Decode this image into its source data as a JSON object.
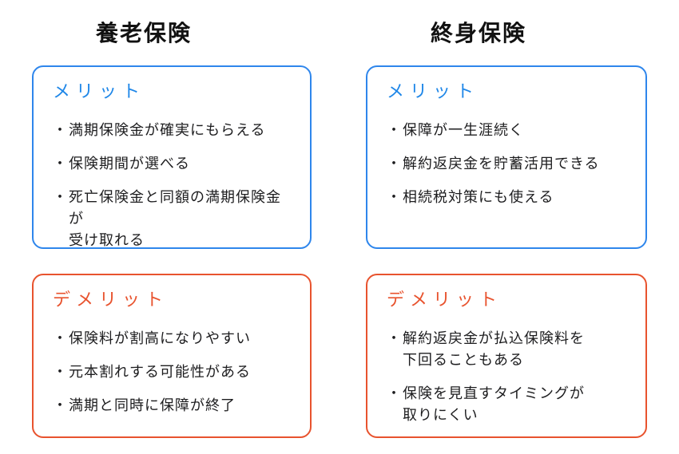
{
  "colors": {
    "merit_accent": "#2e86ec",
    "merit_heading_text": "#1f87e8",
    "demerit_accent": "#e8532e",
    "title_text": "#111111",
    "body_text": "#1d1d1f",
    "background": "#ffffff"
  },
  "bullet_char": "・",
  "columns": [
    {
      "title": "養老保険",
      "merit": {
        "heading": "メリット",
        "items": [
          {
            "lines": [
              "満期保険金が確実にもらえる"
            ]
          },
          {
            "lines": [
              "保険期間が選べる"
            ]
          },
          {
            "lines": [
              "死亡保険金と同額の満期保険金が",
              "受け取れる"
            ]
          }
        ]
      },
      "demerit": {
        "heading": "デメリット",
        "items": [
          {
            "lines": [
              "保険料が割高になりやすい"
            ]
          },
          {
            "lines": [
              "元本割れする可能性がある"
            ]
          },
          {
            "lines": [
              "満期と同時に保障が終了"
            ]
          }
        ]
      }
    },
    {
      "title": "終身保険",
      "merit": {
        "heading": "メリット",
        "items": [
          {
            "lines": [
              "保障が一生涯続く"
            ]
          },
          {
            "lines": [
              "解約返戻金を貯蓄活用できる"
            ]
          },
          {
            "lines": [
              "相続税対策にも使える"
            ]
          }
        ]
      },
      "demerit": {
        "heading": "デメリット",
        "items": [
          {
            "lines": [
              "解約返戻金が払込保険料を",
              "下回ることもある"
            ]
          },
          {
            "lines": [
              "保険を見直すタイミングが",
              "取りにくい"
            ]
          }
        ]
      }
    }
  ]
}
